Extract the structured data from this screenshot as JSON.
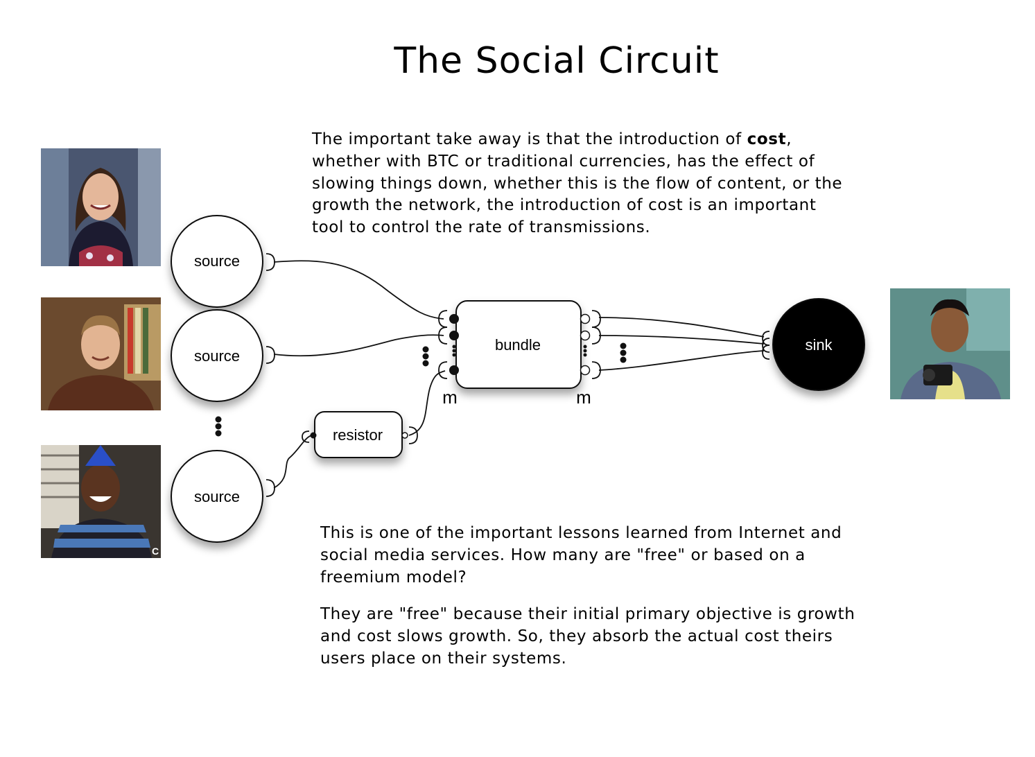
{
  "title": "The Social Circuit",
  "paragraphs": {
    "top_prefix": "The important take away is that the introduction of ",
    "top_bold": "cost",
    "top_suffix": ", whether with BTC or traditional currencies, has the effect of slowing things down, whether this is the flow of content, or the growth the network, the introduction of cost is an important tool to control the rate of transmissions.",
    "middle": "This is one of the important lessons learned from Internet and social media services. How many are \"free\" or based on a freemium model?",
    "bottom": "They are \"free\" because their initial primary objective is growth and cost slows growth. So, they absorb the actual cost theirs users place on their systems."
  },
  "diagram": {
    "sources": [
      {
        "label": "source"
      },
      {
        "label": "source"
      },
      {
        "label": "source"
      }
    ],
    "resistor": {
      "label": "resistor"
    },
    "bundle": {
      "label": "bundle",
      "left_multiplicity": "m",
      "right_multiplicity": "m"
    },
    "sink": {
      "label": "sink"
    }
  },
  "colors": {
    "sink_fill": "#000000",
    "node_stroke": "#111111",
    "background": "#ffffff"
  }
}
